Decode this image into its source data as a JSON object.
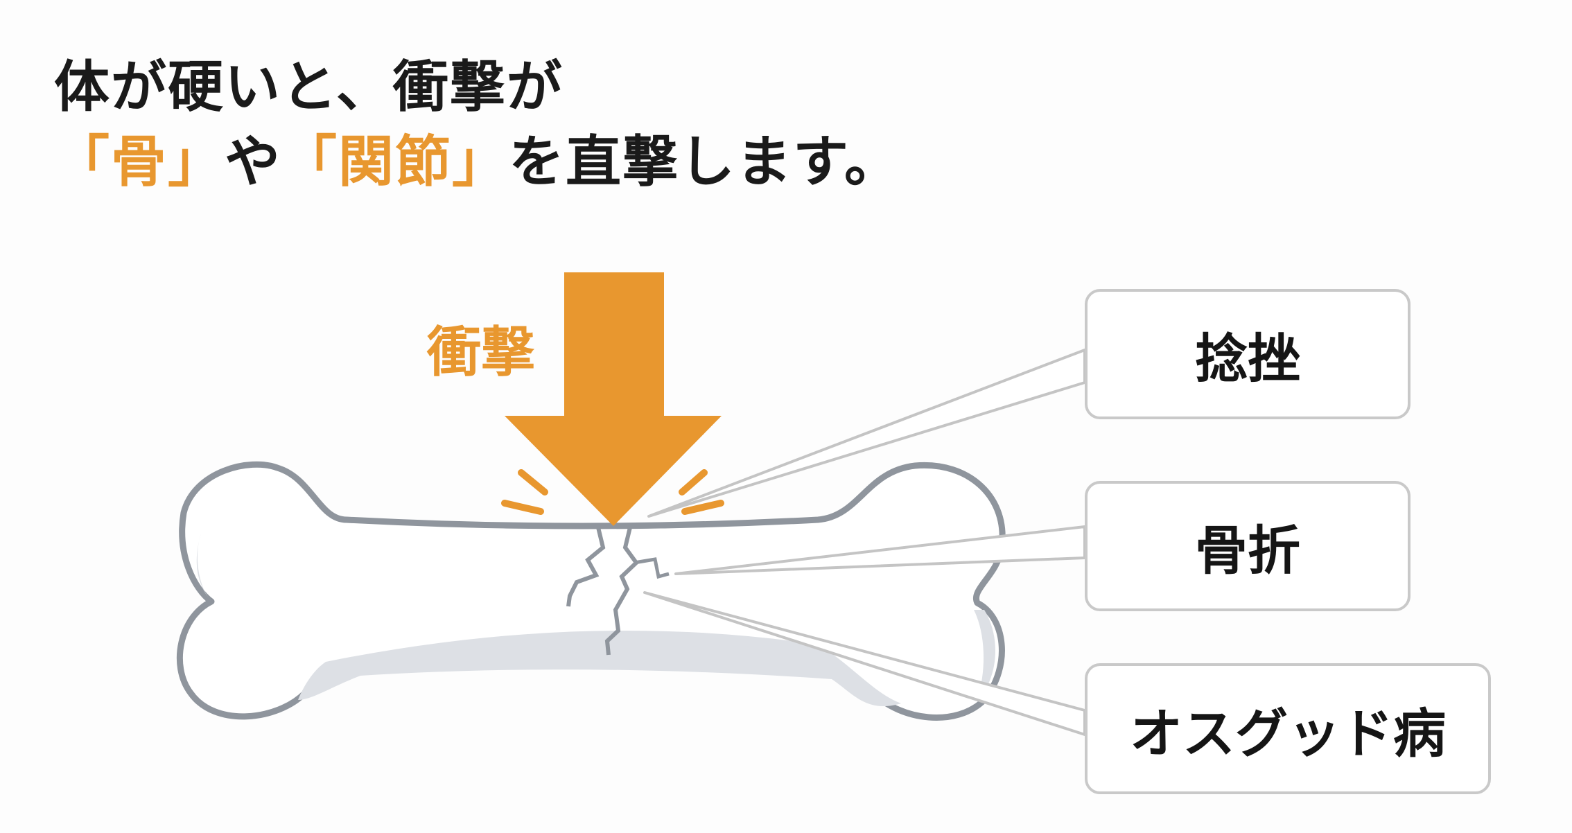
{
  "heading": {
    "line1": "体が硬いと、衝撃が",
    "line2": {
      "part1": "「骨」",
      "part2": "や",
      "part3": "「関節」",
      "part4": "を直撃します。"
    }
  },
  "impact_label": "衝撃",
  "callouts": [
    {
      "label": "捻挫"
    },
    {
      "label": "骨折"
    },
    {
      "label": "オスグッド病"
    }
  ],
  "colors": {
    "accent": "#e8972f",
    "text": "#1a1a1a",
    "bone_outline": "#8f959d",
    "bone_shadow": "#dde0e5",
    "callout_border": "#c9c9c9"
  }
}
